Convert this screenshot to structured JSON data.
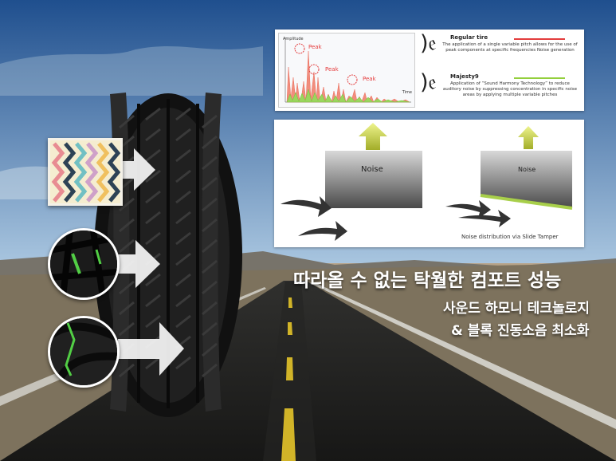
{
  "headline": "따라올 수 없는 탁월한 컴포트 성능",
  "subline_1": "사운드 하모니 테크놀로지",
  "subline_2": "& 블록 진동소음 최소화",
  "chart": {
    "y_label": "Amplitude",
    "x_label": "Time",
    "peaks": [
      "Peak",
      "Peak",
      "Peak"
    ]
  },
  "legend": [
    {
      "name": "Regular tire",
      "color": "#e33d3d",
      "description": "The application of a single variable pitch allows for the use of peak components at specific frequencies Noise generation",
      "icon": "ear-sound-icon"
    },
    {
      "name": "Majesty9",
      "color": "#93cf3c",
      "description": "Application of “Sound Harmony Technology” to reduce auditory noise by suppressing concentration in specific noise areas by applying multiple variable pitches",
      "icon": "ear-sound-icon"
    }
  ],
  "noise_panel": {
    "left_label": "Noise",
    "right_label": "Noise",
    "caption": "Noise distribution   via Slide Tamper"
  }
}
